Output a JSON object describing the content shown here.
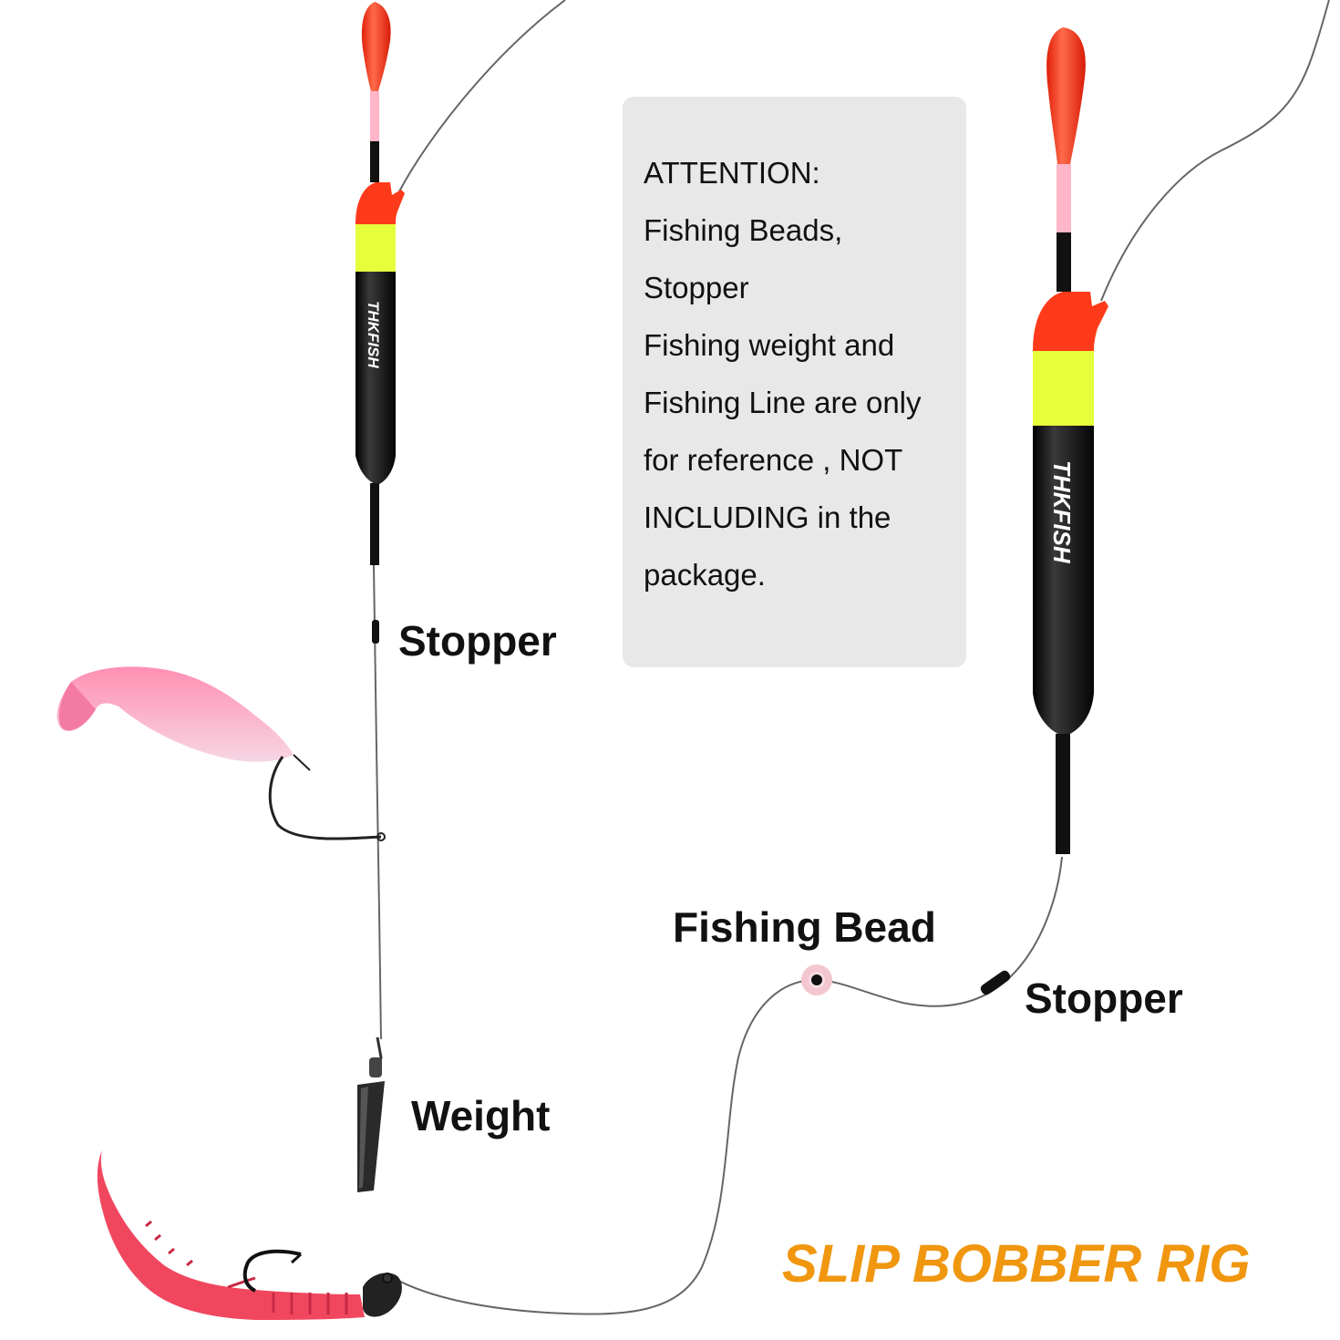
{
  "attention": {
    "lines": [
      "ATTENTION:",
      "Fishing Beads,",
      "Stopper",
      "Fishing weight and",
      "Fishing Line are only",
      "for reference , NOT",
      "INCLUDING in the",
      "package."
    ]
  },
  "labels": {
    "stopper_left": "Stopper",
    "weight": "Weight",
    "fishing_bead": "Fishing Bead",
    "stopper_right": "Stopper"
  },
  "float_brand": "THKFISH",
  "title": {
    "text": "SLIP BOBBER RIG",
    "color": "#f0960f"
  },
  "colors": {
    "float_top": "#ff3a1a",
    "float_band": "#e6ff3c",
    "float_body": "#111111",
    "float_pink": "#ffb6c8",
    "lure_pink": "#f48aa8",
    "worm_pink": "#f0475f",
    "line": "#555555"
  }
}
